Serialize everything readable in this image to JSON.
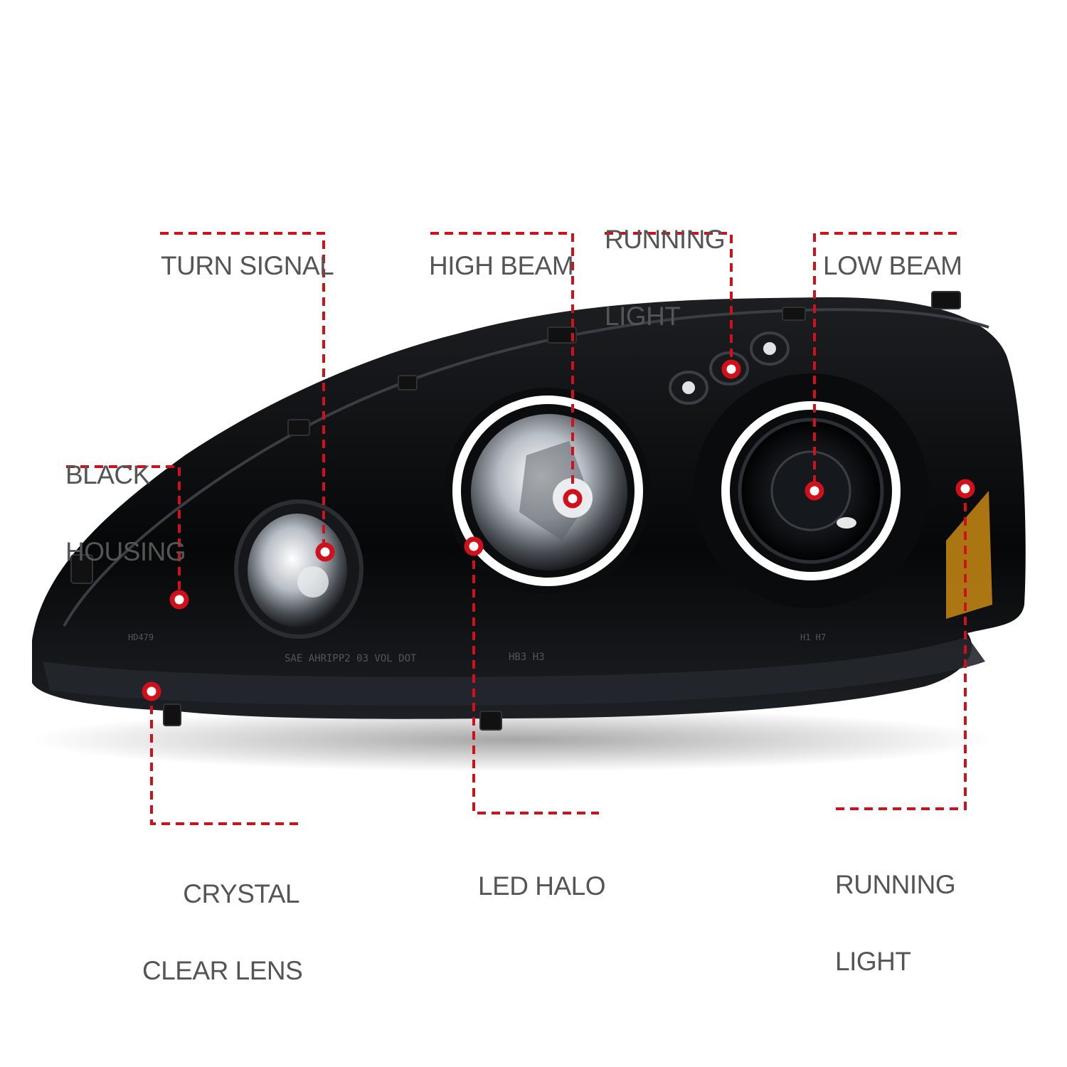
{
  "colors": {
    "accent": "#d0101b",
    "label_text": "#555555",
    "housing": "#0a0a0a",
    "lens_clear": "#c9ced3",
    "halo": "#ffffff",
    "amber": "#c88a14"
  },
  "product": {
    "name": "headlight-assembly",
    "housing_color": "black",
    "lens": "crystal clear"
  },
  "callouts": {
    "turn_signal": {
      "line1": "TURN SIGNAL",
      "line2": ""
    },
    "high_beam": {
      "line1": "HIGH BEAM",
      "line2": ""
    },
    "running_light_top": {
      "line1": "RUNNING",
      "line2": "LIGHT"
    },
    "low_beam": {
      "line1": "LOW BEAM",
      "line2": ""
    },
    "black_housing": {
      "line1": "BLACK",
      "line2": "HOUSING"
    },
    "crystal_clear_lens": {
      "line1": "CRYSTAL",
      "line2": "CLEAR LENS"
    },
    "led_halo": {
      "line1": "LED HALO",
      "line2": ""
    },
    "running_light_side": {
      "line1": "RUNNING",
      "line2": "LIGHT"
    }
  },
  "lens_markings": [
    "SAE AHRIPP2 03 VOL DOT",
    "HB3 H3",
    "H1 H7",
    "HD479"
  ]
}
